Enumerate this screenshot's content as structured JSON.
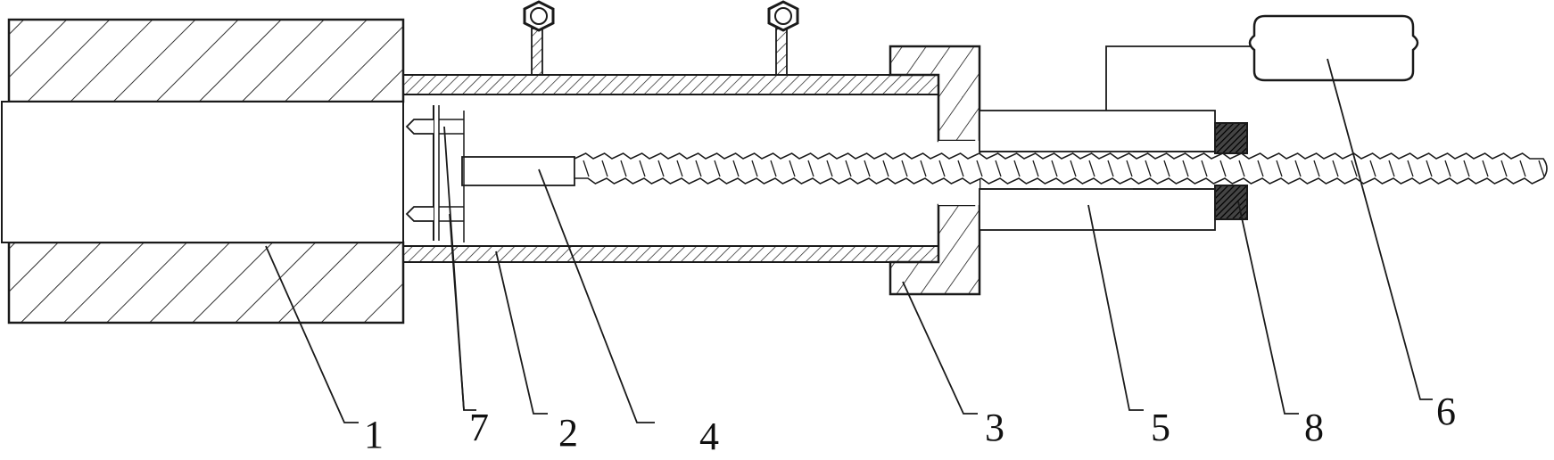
{
  "diagram": {
    "type": "mechanical-cross-section",
    "colors": {
      "stroke": "#1a1a1a",
      "background": "#ffffff"
    },
    "labels": [
      {
        "id": "p1",
        "text": "1"
      },
      {
        "id": "p7",
        "text": "7"
      },
      {
        "id": "p2",
        "text": "2"
      },
      {
        "id": "p4",
        "text": "4"
      },
      {
        "id": "p3",
        "text": "3"
      },
      {
        "id": "p5",
        "text": "5"
      },
      {
        "id": "p8",
        "text": "8"
      },
      {
        "id": "p6",
        "text": "6"
      }
    ]
  }
}
